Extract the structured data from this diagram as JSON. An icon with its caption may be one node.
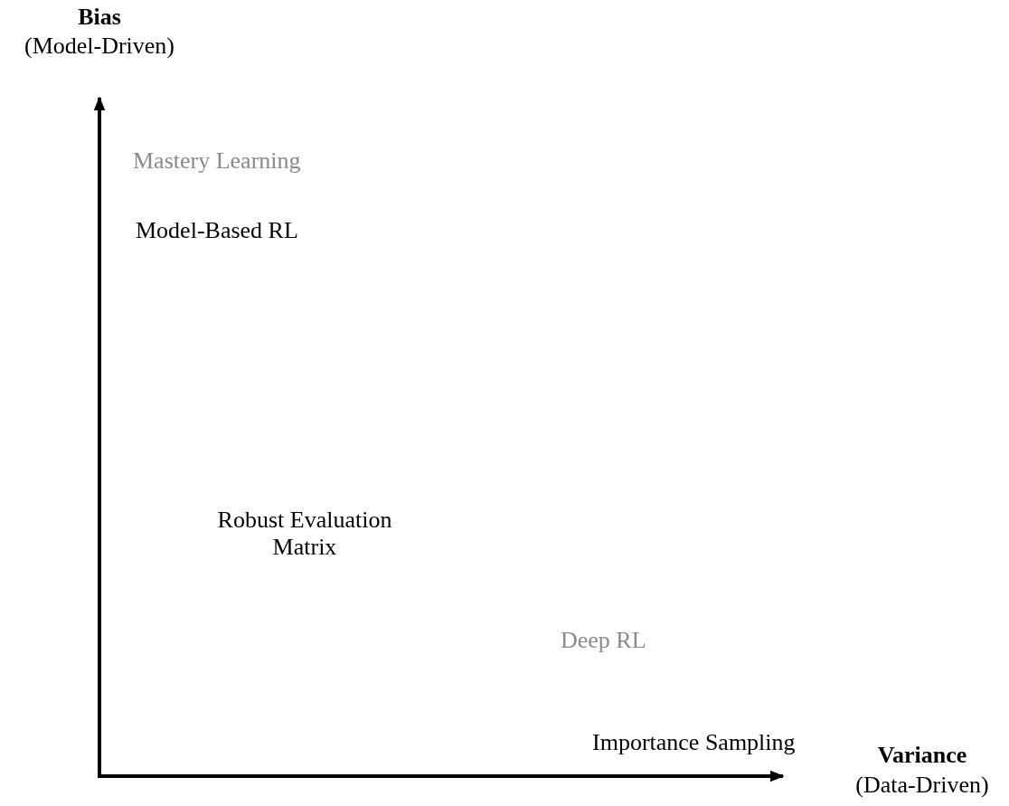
{
  "diagram": {
    "labels": [
      "Bias",
      "(Model-Driven)",
      "Mastery Learning",
      "Model-Based RL",
      "Robust Evaluation Matrix",
      "Deep RL",
      "Importance Sampling",
      "Variance",
      "(Data-Driven)"
    ]
  }
}
